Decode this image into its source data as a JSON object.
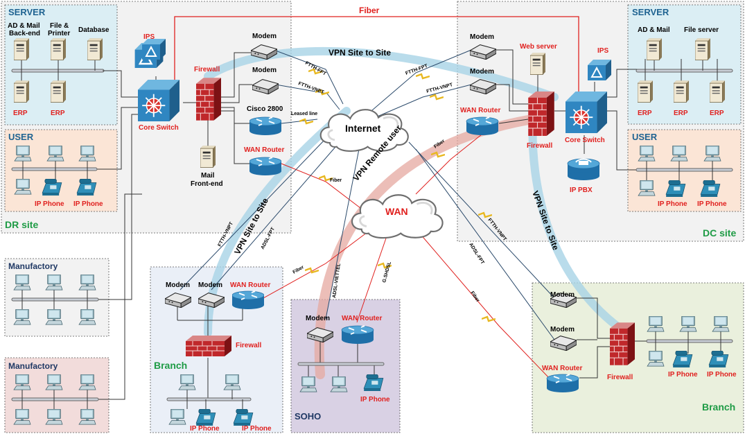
{
  "sites": {
    "dr": {
      "label": "DR site",
      "server": {
        "title": "SERVER",
        "labels": [
          "AD & Mail",
          "Back-end",
          "File &",
          "Printer",
          "Database",
          "ERP",
          "ERP"
        ]
      },
      "user": {
        "title": "USER",
        "phones": [
          "IP Phone",
          "IP Phone"
        ]
      },
      "devices": {
        "ips": "IPS",
        "core_switch": "Core Switch",
        "firewall": "Firewall",
        "modem1": "Modem",
        "modem2": "Modem",
        "cisco": "Cisco 2800",
        "wan_router": "WAN Router",
        "mail_front_1": "Mail",
        "mail_front_2": "Front-end"
      }
    },
    "dc": {
      "label": "DC site",
      "server": {
        "title": "SERVER",
        "labels": [
          "AD & Mail",
          "File server",
          "ERP",
          "ERP",
          "ERP"
        ]
      },
      "user": {
        "title": "USER",
        "phones": [
          "IP Phone",
          "IP Phone"
        ]
      },
      "devices": {
        "modem1": "Modem",
        "modem2": "Modem",
        "web_server": "Web server",
        "ips": "IPS",
        "wan_router": "WAN Router",
        "firewall": "Firewall",
        "core_switch": "Core Switch",
        "ip_pbx": "IP PBX"
      }
    },
    "manufactory1": {
      "title": "Manufactory"
    },
    "manufactory2": {
      "title": "Manufactory"
    },
    "branch_left": {
      "label": "Branch",
      "devices": {
        "modem1": "Modem",
        "modem2": "Modem",
        "wan_router": "WAN Router",
        "firewall": "Firewall"
      },
      "phones": [
        "IP Phone",
        "IP Phone"
      ]
    },
    "soho": {
      "label": "SOHO",
      "devices": {
        "modem": "Modem",
        "wan_router": "WAN Router"
      },
      "phone": "IP Phone"
    },
    "branch_right": {
      "label": "Branch",
      "devices": {
        "modem1": "Modem",
        "modem2": "Modem",
        "wan_router": "WAN Router",
        "firewall": "Firewall"
      },
      "phones": [
        "IP Phone",
        "IP Phone"
      ]
    }
  },
  "clouds": {
    "internet": "Internet",
    "wan": "WAN"
  },
  "tunnels": {
    "vpn_top": "VPN Site to Site",
    "vpn_left": "VPN Site to Site",
    "vpn_right": "VPN Site to Site",
    "vpn_remote": "VPN Remote user"
  },
  "links": {
    "fiber_top": "Fiber",
    "dr_ftth_fpt": "FTTH-FPT",
    "dr_ftth_vnpt": "FTTH-VNPT",
    "leased_line": "Leased line",
    "dr_fiber": "Fiber",
    "dc_ftth_fpt": "FTTH-FPT",
    "dc_ftth_vnpt": "FTTH-VNPT",
    "dc_fiber": "Fiber",
    "bl_ftth_vnpt": "FTTH-VNPT",
    "bl_adsl_fpt": "ADSL-FPT",
    "bl_fiber": "Fiber",
    "soho_adsl": "ADSL-VIETTEL",
    "soho_shdsl": "G.SHDSL",
    "br_ftth_vnpt": "FTTH-VNPT",
    "br_adsl_fpt": "ADSL-FPT",
    "br_fiber": "Fiber"
  },
  "colors": {
    "site_bg": "#f2f2f2",
    "server_bg": "#dbeef4",
    "user_bg": "#fbe5d6",
    "manufactory1_bg": "#f2f2f2",
    "manufactory2_bg": "#f2dcdb",
    "branch_left_bg": "#eaeff7",
    "soho_bg": "#d9d1e4",
    "branch_right_bg": "#eaf0dd",
    "title_blue": "#1f6391",
    "label_red": "#e0201e",
    "label_green": "#1e9b45",
    "manufactory_title": "#1f3864",
    "soho_title": "#1f3864",
    "vpn_blue": "#a8d3e6",
    "vpn_red": "#e6a8a0",
    "router_blue": "#2b7fc0",
    "firewall_red": "#b82528"
  },
  "icons": [
    "server-icon",
    "pc-icon",
    "ip-phone-icon",
    "modem-icon",
    "router-icon",
    "firewall-icon",
    "core-switch-icon",
    "ips-icon",
    "cloud-icon",
    "ip-pbx-icon",
    "lightning-icon"
  ]
}
